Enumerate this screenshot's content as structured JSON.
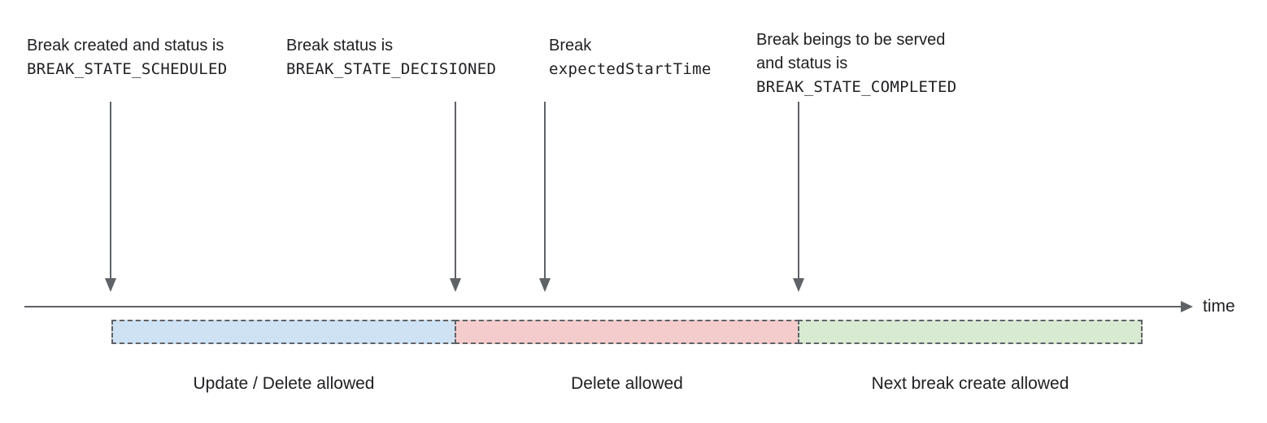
{
  "annotations": [
    {
      "lines": [
        "Break created and status is",
        "BREAK_STATE_SCHEDULED"
      ]
    },
    {
      "lines": [
        "Break status is",
        "BREAK_STATE_DECISIONED"
      ]
    },
    {
      "lines": [
        "Break",
        "expectedStartTime"
      ]
    },
    {
      "lines": [
        "Break beings to be served",
        "and status is",
        "BREAK_STATE_COMPLETED"
      ]
    }
  ],
  "timeline": {
    "axis_label": "time"
  },
  "segments": [
    {
      "label": "Update / Delete allowed",
      "color": "#cfe2f3"
    },
    {
      "label": "Delete allowed",
      "color": "#f4cccc"
    },
    {
      "label": "Next break create allowed",
      "color": "#d9ead3"
    }
  ],
  "colors": {
    "line": "#5f6368",
    "text": "#202124"
  }
}
